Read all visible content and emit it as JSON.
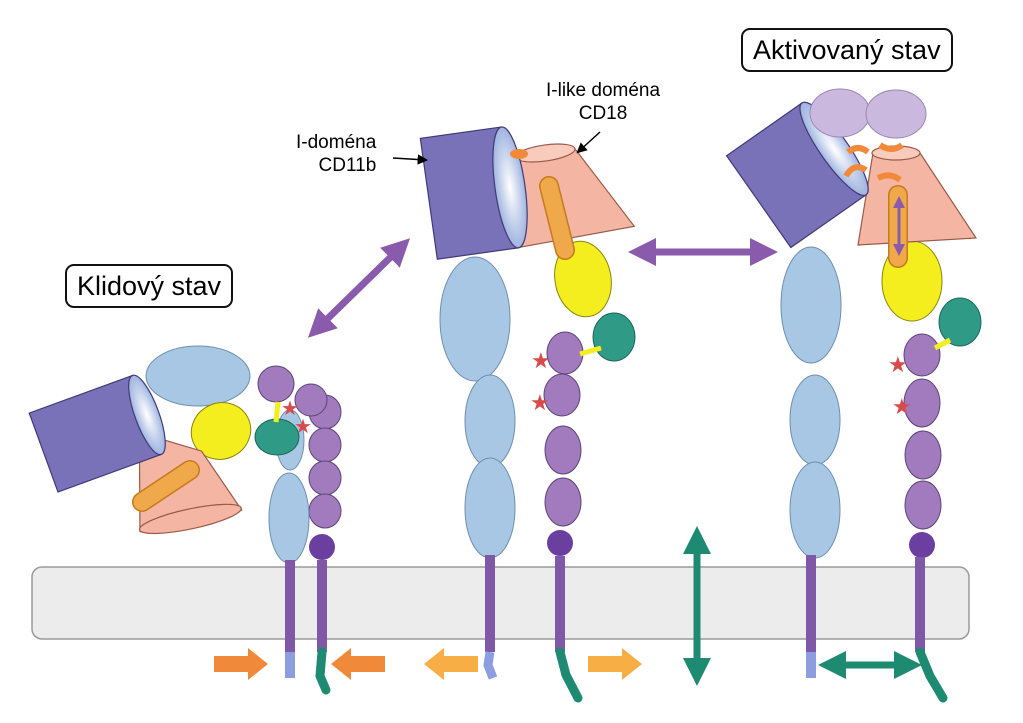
{
  "labels": {
    "resting_state": "Klidový stav",
    "activated_state": "Aktivovaný stav",
    "i_domain_line1": "I-doména",
    "i_domain_line2": "CD11b",
    "i_like_domain_line1": "I-like doména",
    "i_like_domain_line2": "CD18"
  },
  "colors": {
    "membrane": "#ececec",
    "i_domain": "#7a72b8",
    "i_like_domain": "#f4b6a3",
    "alpha_chain": "#a7c7e5",
    "beta_chain": "#a17bbd",
    "hybrid_domain": "#f4ee1e",
    "psi_domain": "#2f9a86",
    "transmembrane": "#7f58a8",
    "arrow_purple": "#8a5aad",
    "arrow_orange": "#f08a3a",
    "arrow_light_orange": "#f6ae45",
    "arrow_teal": "#1f8a72",
    "star": "#d94a4a",
    "alpha7_helix": "#f0a94a"
  }
}
